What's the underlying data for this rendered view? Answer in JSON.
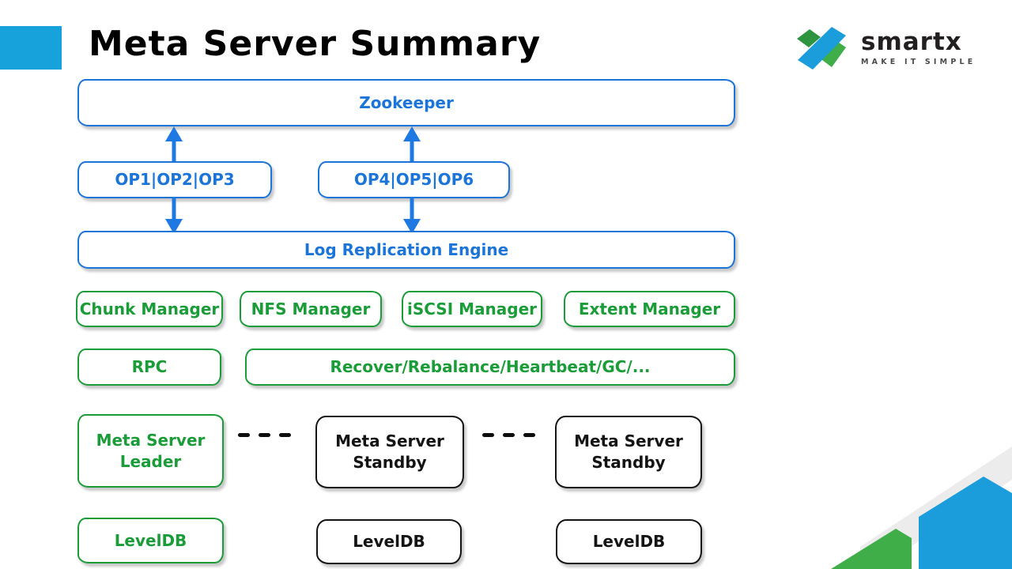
{
  "slide": {
    "title": "Meta Server Summary"
  },
  "logo": {
    "brand": "smartx",
    "tagline": "MAKE IT SIMPLE"
  },
  "colors": {
    "accent_bar": "#18A2DC",
    "diagram_blue": "#1B74D8",
    "arrow_blue": "#1E79E2",
    "diagram_green": "#1A9C38",
    "box_black": "#141414",
    "logo_blue": "#1B9CDB",
    "logo_green": "#3FAE49",
    "decoration_gray": "#ECECEC"
  },
  "diagram": {
    "zookeeper": "Zookeeper",
    "op_left": "OP1|OP2|OP3",
    "op_right": "OP4|OP5|OP6",
    "log_replication": "Log Replication Engine",
    "managers": [
      "Chunk Manager",
      "NFS Manager",
      "iSCSI Manager",
      "Extent Manager"
    ],
    "rpc": "RPC",
    "services": "Recover/Rebalance/Heartbeat/GC/...",
    "meta_leader": {
      "line1": "Meta Server",
      "line2": "Leader"
    },
    "meta_standby": {
      "line1": "Meta Server",
      "line2": "Standby"
    },
    "leveldb": "LevelDB"
  }
}
